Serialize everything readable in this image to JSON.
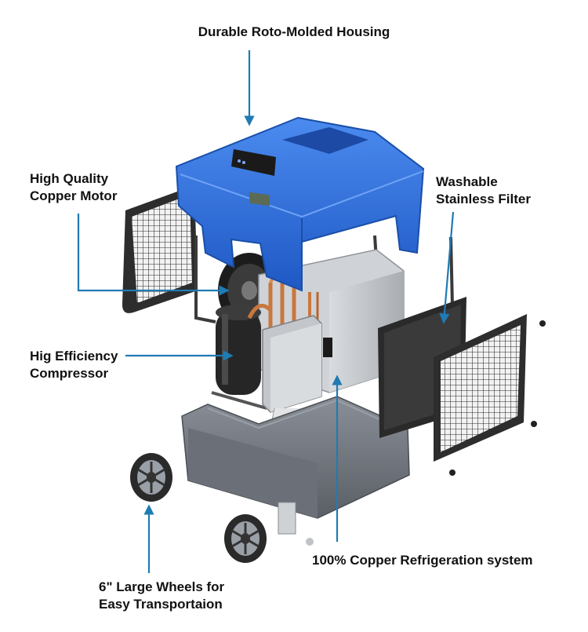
{
  "labels": {
    "housing": "Durable Roto-Molded Housing",
    "motor_line1": "High Quality",
    "motor_line2": "Copper Motor",
    "filter_line1": "Washable",
    "filter_line2": "Stainless Filter",
    "compressor_line1": "Hig Efficiency",
    "compressor_line2": "Compressor",
    "copper_system": "100% Copper Refrigeration system",
    "wheels_line1": "6\" Large Wheels for",
    "wheels_line2": "Easy Transportaion"
  },
  "components": [
    "housing-shell-icon",
    "control-panel-icon",
    "side-grille-icon",
    "fan-motor-icon",
    "compressor-icon",
    "copper-coil-icon",
    "electrical-box-icon",
    "washable-filter-icon",
    "rear-grille-icon",
    "base-tray-icon",
    "wheel-icon",
    "screw-icon"
  ],
  "colors": {
    "callout_line": "#1f7bb3",
    "housing_blue": "#2e6fd6",
    "base_gray": "#6b7078",
    "copper": "#c9773d",
    "text": "#111111"
  }
}
